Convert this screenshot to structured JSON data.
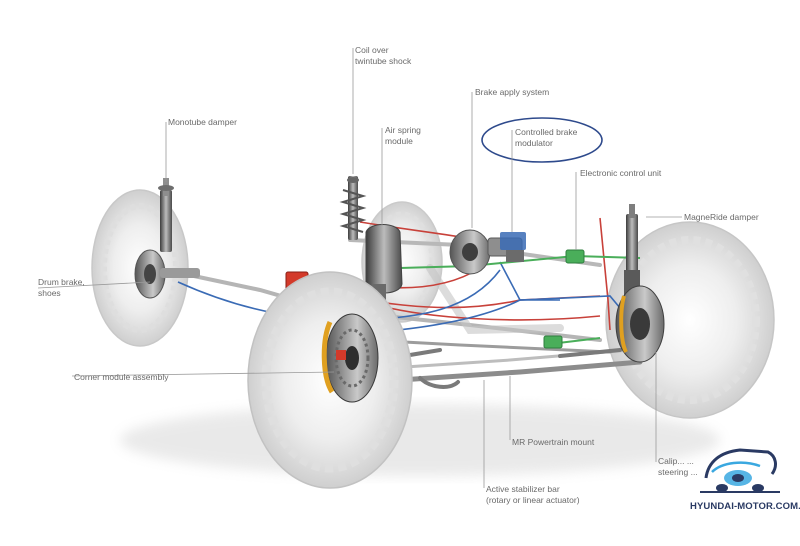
{
  "labels": {
    "coil_over": [
      "Coil over",
      "twintube shock"
    ],
    "monotube": [
      "Monotube damper"
    ],
    "air_spring": [
      "Air spring",
      "module"
    ],
    "brake_apply": [
      "Brake apply system"
    ],
    "controlled_brake": [
      "Controlled brake",
      "modulator"
    ],
    "ecu": [
      "Electronic control unit"
    ],
    "magneride": [
      "MagneRide damper"
    ],
    "drum_brake": [
      "Drum brake,",
      "shoes"
    ],
    "corner_module": [
      "Corner module assembly"
    ],
    "mr_mount": [
      "MR Powertrain mount"
    ],
    "stabilizer": [
      "Active stabilizer bar",
      "(rotary or linear actuator)"
    ],
    "caliper": [
      "Calip... ...",
      "steering ..."
    ]
  },
  "watermark": {
    "text": "HYUNDAI-MOTOR.COM.VN",
    "icon": "hyundai-car-logo-icon"
  },
  "colors": {
    "highlight_circle": "#2e4a8c",
    "hydraulic_red": "#c8413a",
    "signal_blue": "#3a6bb5",
    "ecu_green": "#4aae5a",
    "leader_line": "#9a9a9a",
    "brake_red": "#d33a2a",
    "watermark_navy": "#2a3a63",
    "watermark_blue": "#3aa8e0"
  }
}
